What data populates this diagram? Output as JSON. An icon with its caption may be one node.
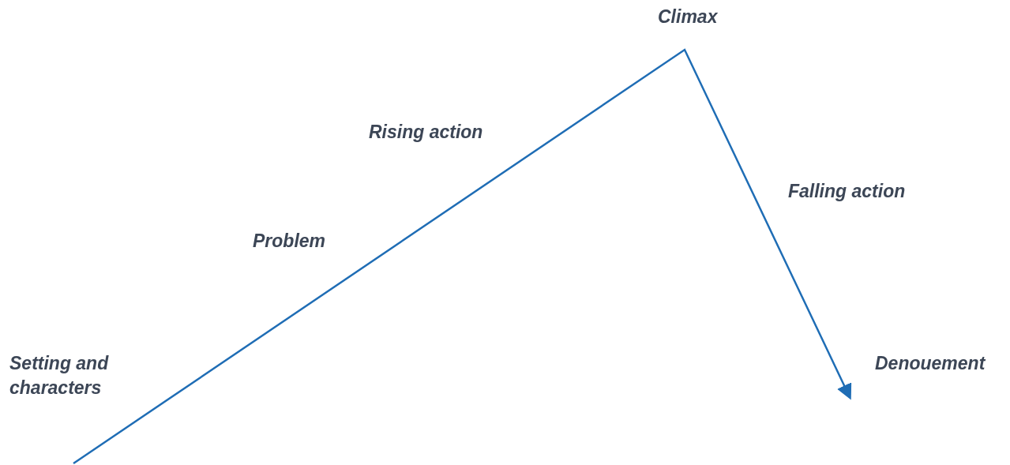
{
  "diagram": {
    "labels": [
      "Climax",
      "Rising action",
      "Falling action",
      "Problem",
      "Setting and characters",
      "Denouement"
    ]
  }
}
